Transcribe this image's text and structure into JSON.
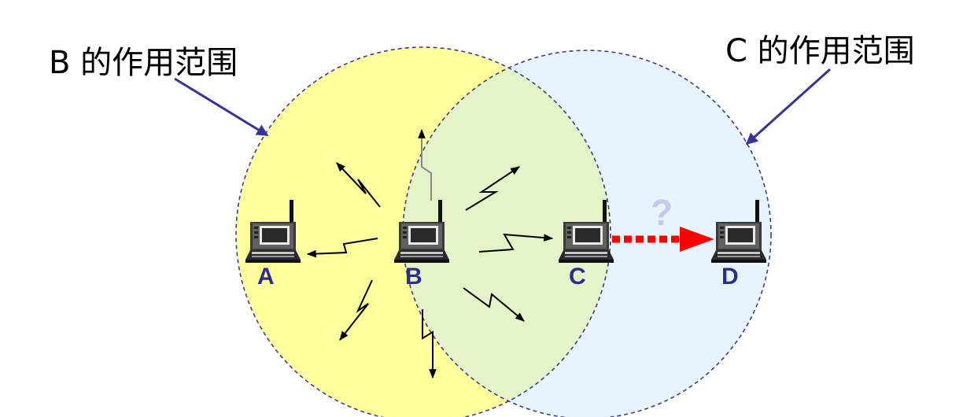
{
  "labels": {
    "b_range": "B 的作用范围",
    "c_range": "C 的作用范围",
    "question": "?"
  },
  "nodes": {
    "a": "A",
    "b": "B",
    "c": "C",
    "d": "D"
  },
  "colors": {
    "b_range_fill": "#fefe9c",
    "c_range_fill": "#e6f4fe",
    "overlap_fill": "#e5f3c8",
    "range_border": "#3d3d8c",
    "callout_arrow": "#333399",
    "node_label": "#2d2d8f",
    "transmission_arrow": "#ff0000",
    "question_mark": "#c7c7f0",
    "signal": "#000000"
  }
}
